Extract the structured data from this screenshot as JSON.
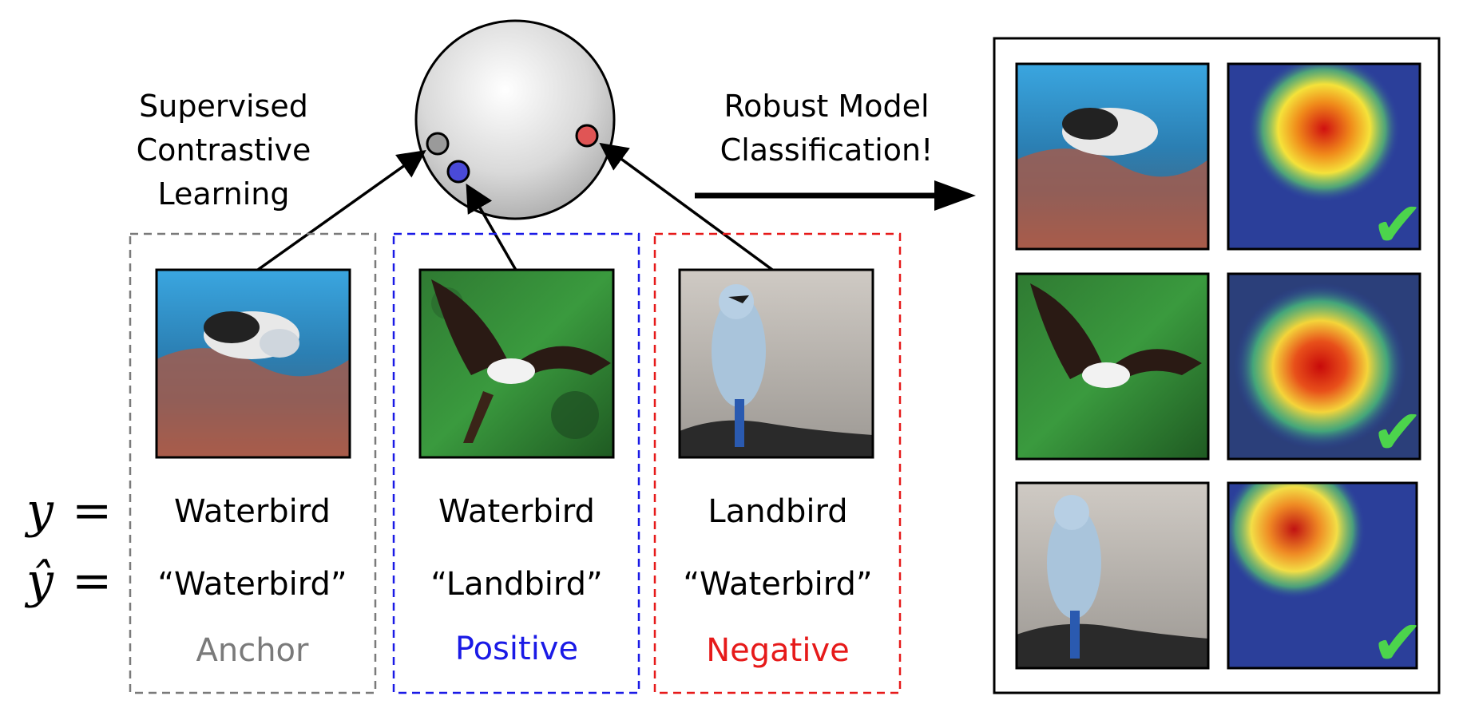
{
  "caption_left": [
    "Supervised",
    "Contrastive",
    "Learning"
  ],
  "caption_right": [
    "Robust Model",
    "Classification!"
  ],
  "rows": {
    "y_symbol": "y",
    "yhat_symbol": "ŷ",
    "equals": "="
  },
  "groups": [
    {
      "role": "Anchor",
      "role_color": "#7a7a7a",
      "box_color": "#7a7a7a",
      "true_label": "Waterbird",
      "pred_label": "“Waterbird”",
      "image": "waterbird-on-land-background"
    },
    {
      "role": "Positive",
      "role_color": "#1a1ae6",
      "box_color": "#1a1ae6",
      "true_label": "Waterbird",
      "pred_label": "“Landbird”",
      "image": "waterbird-on-forest-background"
    },
    {
      "role": "Negative",
      "role_color": "#e61a1a",
      "box_color": "#e61a1a",
      "true_label": "Landbird",
      "pred_label": "“Waterbird”",
      "image": "landbird-on-water-background"
    }
  ],
  "embedding": {
    "points": [
      {
        "name": "anchor",
        "color": "#9a9a9a"
      },
      {
        "name": "positive",
        "color": "#4a4ad8"
      },
      {
        "name": "negative",
        "color": "#e05555"
      }
    ]
  },
  "results_panel": {
    "rows": 3,
    "check_color": "#4cd44c",
    "check_glyph": "✔"
  }
}
